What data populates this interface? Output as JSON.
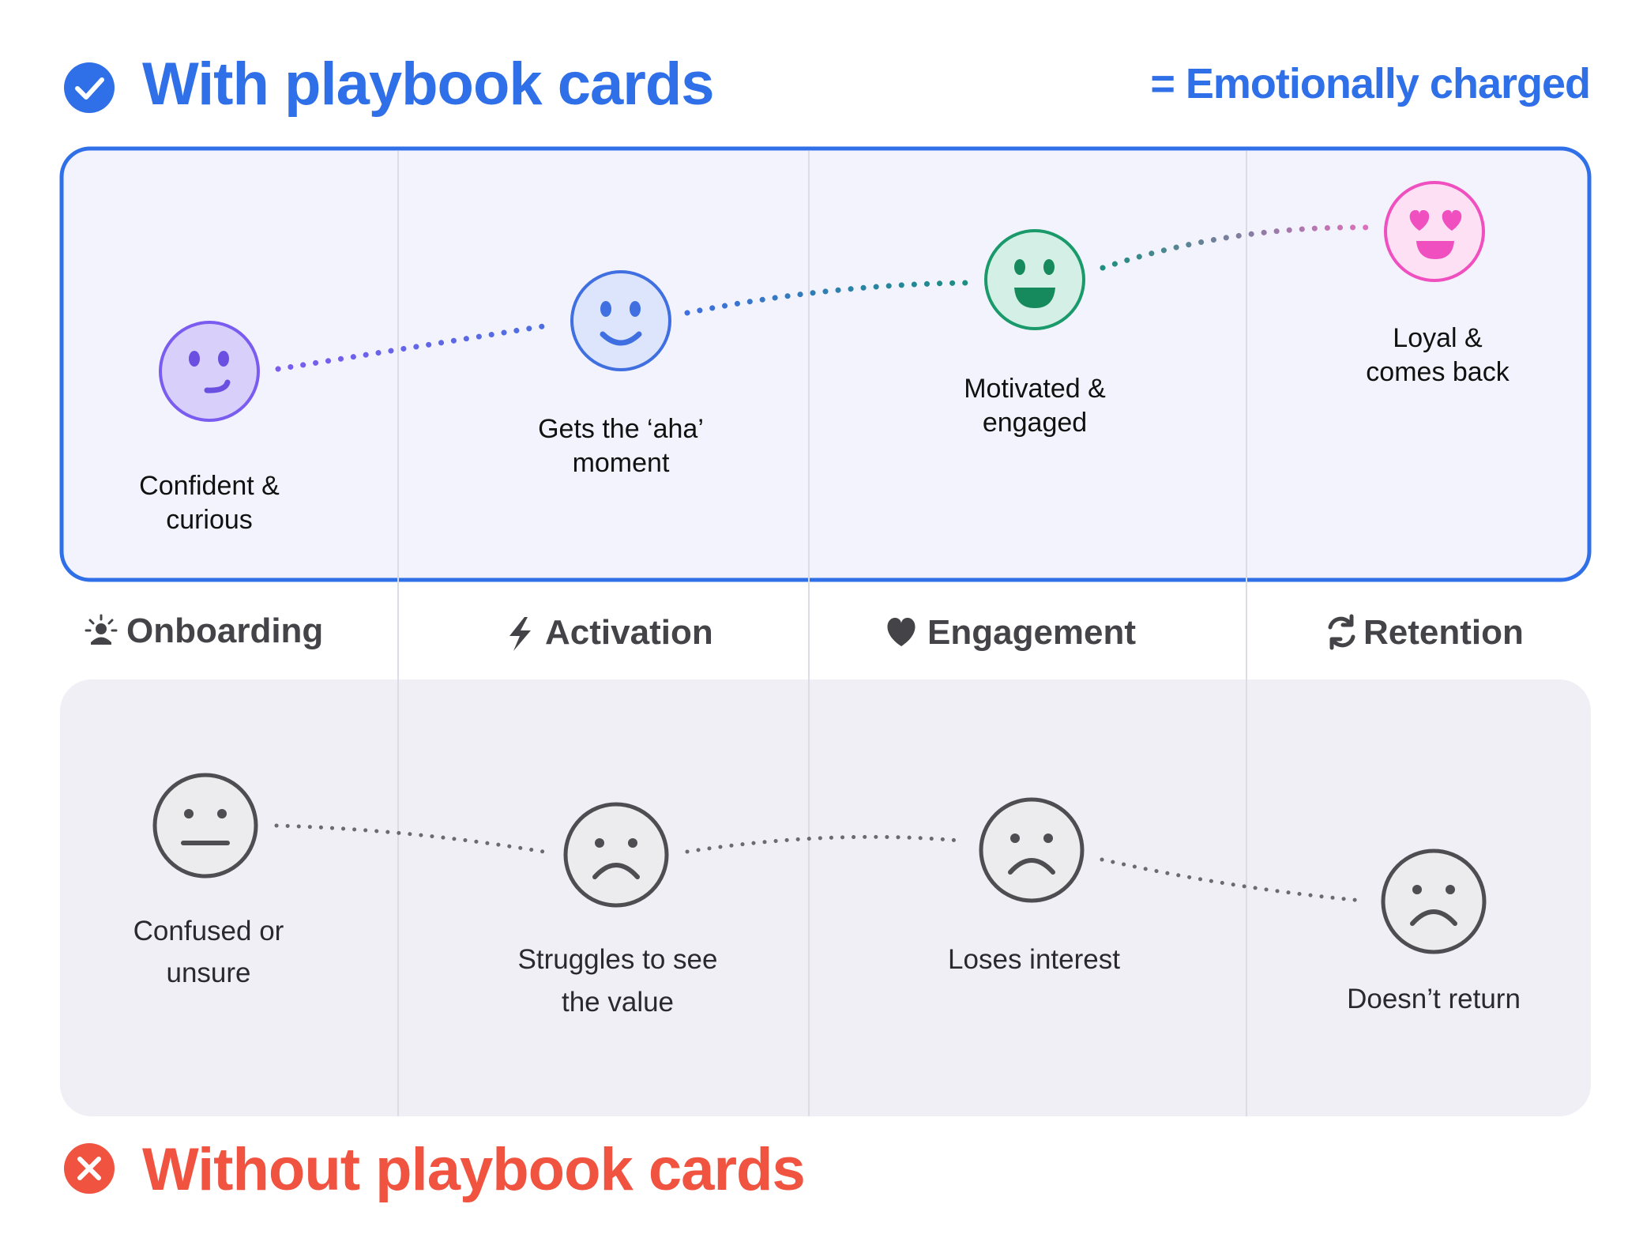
{
  "header": {
    "with_title": "With playbook cards",
    "legend_text": "= Emotionally charged",
    "check_icon": "check-circle-icon"
  },
  "footer": {
    "without_title": "Without playbook cards",
    "x_icon": "x-circle-icon"
  },
  "colors": {
    "blue": "#2f6fe8",
    "red": "#f0533f",
    "top_panel_bg": "#f3f3fd",
    "bottom_panel_bg": "#f1eff6",
    "purple": "#7b5cf0",
    "teal": "#1e8e80",
    "pink": "#ef4fbf",
    "gray": "#5a5a5e"
  },
  "stages": [
    {
      "label": "Onboarding",
      "icon": "sun-person-icon"
    },
    {
      "label": "Activation",
      "icon": "lightning-icon"
    },
    {
      "label": "Engagement",
      "icon": "heart-icon"
    },
    {
      "label": "Retention",
      "icon": "refresh-icon"
    }
  ],
  "with_states": [
    {
      "line1": "Confident &",
      "line2": "curious",
      "face": "smirk-face-icon"
    },
    {
      "line1": "Gets the ‘aha’",
      "line2": "moment",
      "face": "smile-face-icon"
    },
    {
      "line1": "Motivated &",
      "line2": "engaged",
      "face": "grin-face-icon"
    },
    {
      "line1": "Loyal &",
      "line2": "comes back",
      "face": "heart-eyes-face-icon"
    }
  ],
  "without_states": [
    {
      "line1": "Confused or",
      "line2": "unsure",
      "face": "neutral-face-icon"
    },
    {
      "line1": "Struggles to see",
      "line2": "the value",
      "face": "frown-face-icon"
    },
    {
      "line1": "Loses interest",
      "line2": "",
      "face": "frown-face-icon"
    },
    {
      "line1": "Doesn’t return",
      "line2": "",
      "face": "frown-face-icon"
    }
  ]
}
